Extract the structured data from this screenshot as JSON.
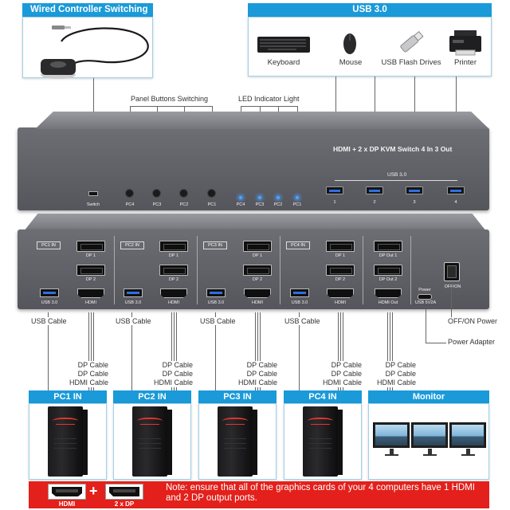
{
  "headers": {
    "wired_controller": "Wired Controller Switching",
    "usb30": "USB 3.0"
  },
  "peripherals": [
    {
      "label": "Keyboard",
      "icon": "keyboard-icon"
    },
    {
      "label": "Mouse",
      "icon": "mouse-icon"
    },
    {
      "label": "USB Flash Drives",
      "icon": "usb-flash-drive-icon"
    },
    {
      "label": "Printer",
      "icon": "printer-icon"
    }
  ],
  "callouts": {
    "panel_buttons": "Panel Buttons Switching",
    "led_indicator": "LED Indicator Light",
    "usb_cable": "USB Cable",
    "off_on_power": "OFF/ON Power",
    "power_adapter": "Power Adapter",
    "dp_cable": "DP Cable",
    "hdmi_cable": "HDMI Cable"
  },
  "front_panel": {
    "title": "HDMI + 2 x DP KVM Switch 4 In 3 Out",
    "switch_label": "Switch",
    "buttons": [
      "PC4",
      "PC3",
      "PC2",
      "PC1"
    ],
    "leds": [
      "PC4",
      "PC3",
      "PC2",
      "PC1"
    ],
    "usb_header": "USB 3.0",
    "usb_ports": [
      "1",
      "2",
      "3",
      "4"
    ]
  },
  "rear_panel": {
    "groups": [
      {
        "tag": "PC1 IN",
        "dp1": "DP 1",
        "dp2": "DP 2",
        "usb": "USB 3.0",
        "hdmi": "HDMI"
      },
      {
        "tag": "PC2 IN",
        "dp1": "DP 1",
        "dp2": "DP 2",
        "usb": "USB 3.0",
        "hdmi": "HDMI"
      },
      {
        "tag": "PC3 IN",
        "dp1": "DP 1",
        "dp2": "DP 2",
        "usb": "USB 3.0",
        "hdmi": "HDMI"
      },
      {
        "tag": "PC4 IN",
        "dp1": "DP 1",
        "dp2": "DP 2",
        "usb": "USB 3.0",
        "hdmi": "HDMI"
      }
    ],
    "outputs": {
      "dp1": "DP Out 1",
      "dp2": "DP Out 2",
      "hdmi": "HDMI Out"
    },
    "power_label": "Power",
    "usb_power_label": "USB 5V2A",
    "off_on_label": "OFF/ON"
  },
  "pcs": [
    {
      "label": "PC1 IN"
    },
    {
      "label": "PC2 IN"
    },
    {
      "label": "PC3 IN"
    },
    {
      "label": "PC4 IN"
    }
  ],
  "monitor_header": "Monitor",
  "note": {
    "connector_hdmi": "HDMI",
    "plus": "+",
    "connector_dp": "2 x DP",
    "text": "Note: ensure that all of the graphics cards of your 4 computers have 1 HDMI and 2 DP output ports."
  },
  "colors": {
    "accent": "#1a9ad9",
    "note_red": "#e3201b",
    "led_blue": "#4da3ff"
  }
}
